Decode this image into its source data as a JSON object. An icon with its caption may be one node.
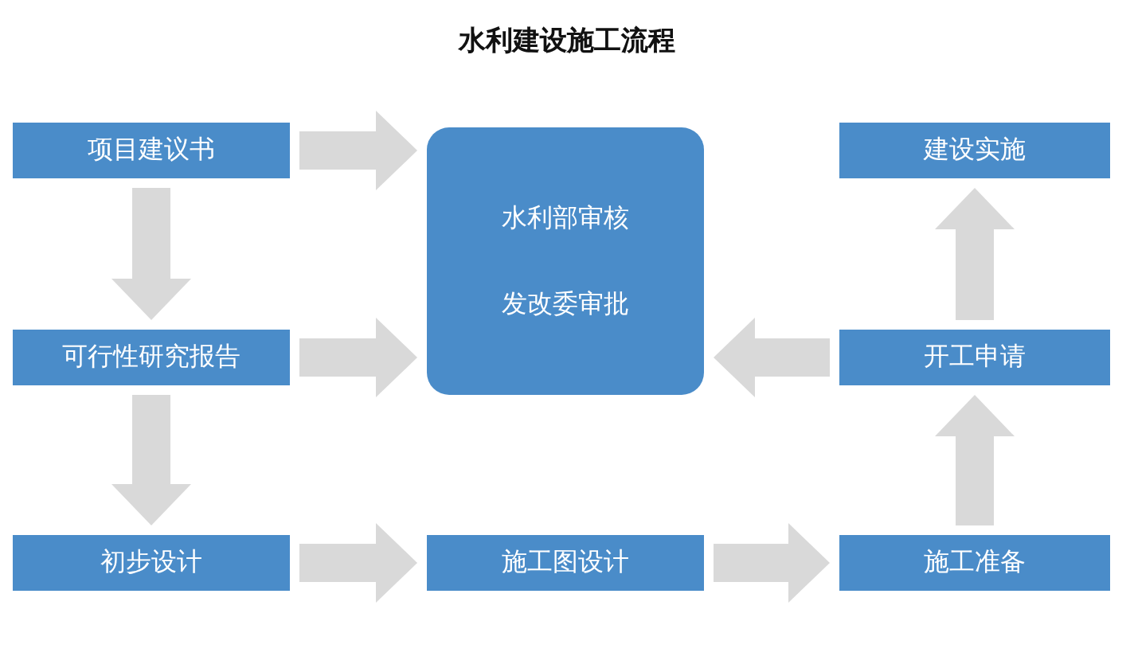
{
  "diagram": {
    "title": "水利建设施工流程",
    "nodes": [
      {
        "text": [
          "项目建议书"
        ]
      },
      {
        "text": [
          "可行性研究报告"
        ]
      },
      {
        "text": [
          "初步设计"
        ]
      },
      {
        "text": [
          "水利部审核",
          "发改委审批"
        ]
      },
      {
        "text": [
          "施工图设计"
        ]
      },
      {
        "text": [
          "施工准备"
        ]
      },
      {
        "text": [
          "开工申请"
        ]
      },
      {
        "text": [
          "建设实施"
        ]
      }
    ],
    "edges": [
      {
        "from": 0,
        "to": 3,
        "arrow": "to"
      },
      {
        "from": 0,
        "to": 1,
        "arrow": "to"
      },
      {
        "from": 1,
        "to": 3,
        "arrow": "to"
      },
      {
        "from": 1,
        "to": 2,
        "arrow": "to"
      },
      {
        "from": 2,
        "to": 4,
        "arrow": "to"
      },
      {
        "from": 4,
        "to": 5,
        "arrow": "to"
      },
      {
        "from": 5,
        "to": 6,
        "arrow": "to"
      },
      {
        "from": 6,
        "to": 3,
        "arrow": "to"
      },
      {
        "from": 6,
        "to": 7,
        "arrow": "to"
      }
    ]
  }
}
